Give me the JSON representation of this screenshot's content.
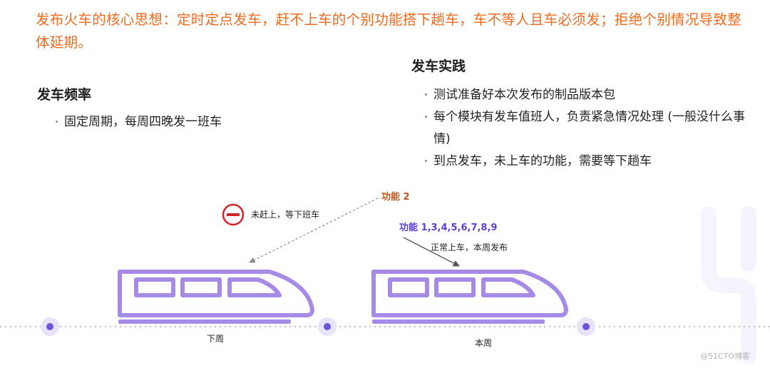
{
  "headline": "发布火车的核心思想：定时定点发车，赶不上车的个别功能搭下趟车，车不等人且车必须发；拒绝个别情况导致整体延期。",
  "frequency": {
    "title": "发车频率",
    "items": [
      "固定周期，每周四晚发一班车"
    ]
  },
  "practice": {
    "title": "发车实践",
    "items": [
      "测试准备好本次发布的制品版本包",
      "每个模块有发车值班人，负责紧急情况处理 (一般没什么事情)",
      "到点发车，未上车的功能，需要等下趟车"
    ]
  },
  "diagram": {
    "feature_late": "功能 2",
    "feature_on_time": "功能 1,3,4,5,6,7,8,9",
    "missed_note": "未赶上，等下班车",
    "boarded_note": "正常上车，本周发布",
    "next_week": "下周",
    "this_week": "本周"
  },
  "watermark": "@51CTO博客",
  "colors": {
    "headline": "#f06a1e",
    "train": "#a58ae6",
    "node": "#6c55d8",
    "feature_late": "#c4561a",
    "feature_on_time": "#5b3fd6",
    "blocked_icon": "#d2232a"
  }
}
